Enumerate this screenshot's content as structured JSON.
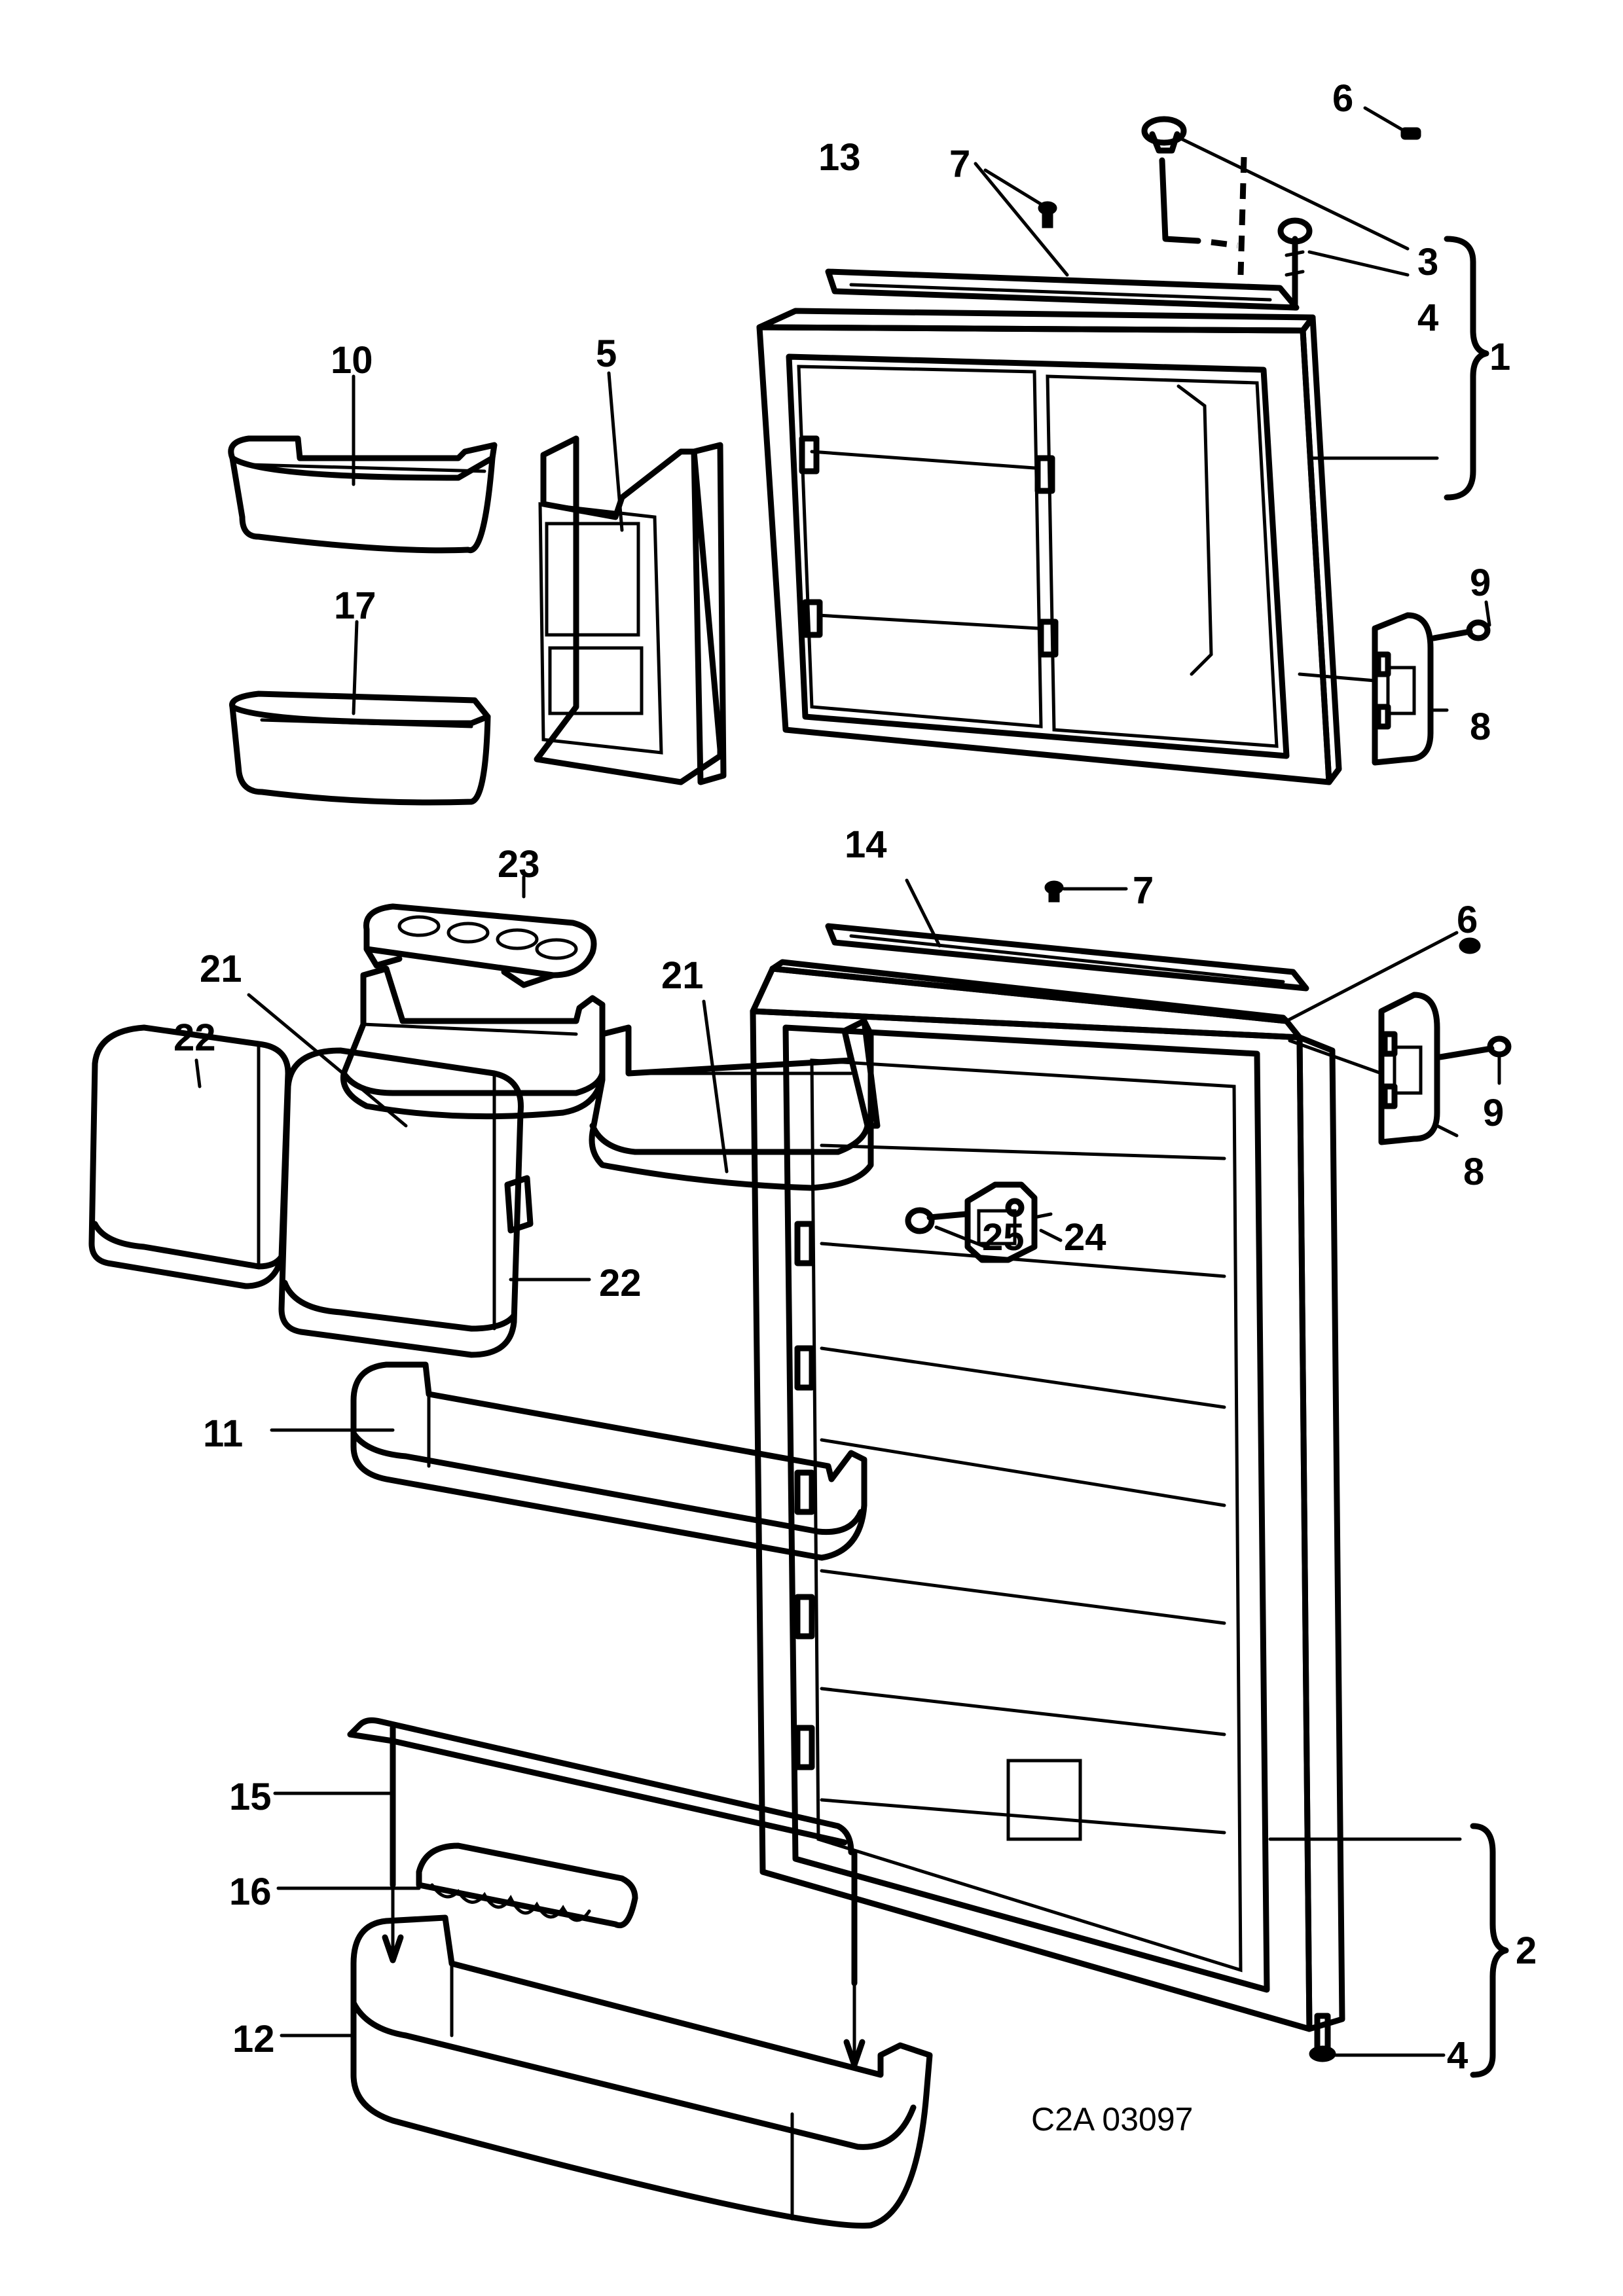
{
  "diagram_code": "C2A 03097",
  "callouts": {
    "c1": "1",
    "c2": "2",
    "c3": "3",
    "c4a": "4",
    "c4b": "4",
    "c5": "5",
    "c6a": "6",
    "c6b": "6",
    "c7a": "7",
    "c7b": "7",
    "c8a": "8",
    "c8b": "8",
    "c9a": "9",
    "c9b": "9",
    "c10": "10",
    "c11": "11",
    "c12": "12",
    "c13": "13",
    "c14": "14",
    "c15": "15",
    "c16": "16",
    "c17": "17",
    "c21a": "21",
    "c21b": "21",
    "c22a": "22",
    "c22b": "22",
    "c23": "23",
    "c24": "24",
    "c25": "25"
  }
}
